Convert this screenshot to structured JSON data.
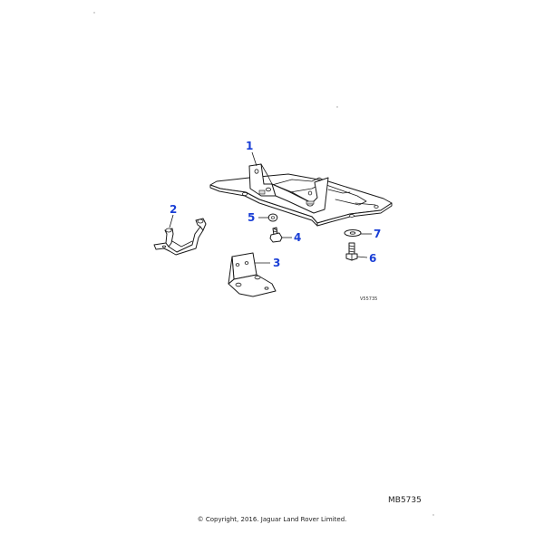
{
  "diagram": {
    "callout_color": "#1a3fd6",
    "callouts": [
      {
        "number": "1",
        "part": "main-tray"
      },
      {
        "number": "2",
        "part": "strap-bracket"
      },
      {
        "number": "3",
        "part": "angle-bracket"
      },
      {
        "number": "4",
        "part": "bolt"
      },
      {
        "number": "5",
        "part": "washer"
      },
      {
        "number": "6",
        "part": "bolt"
      },
      {
        "number": "7",
        "part": "washer"
      }
    ],
    "illustration_code": "V55735"
  },
  "footer": {
    "reference_number": "MB5735",
    "copyright": "© Copyright, 2016. Jaguar Land Rover Limited."
  }
}
